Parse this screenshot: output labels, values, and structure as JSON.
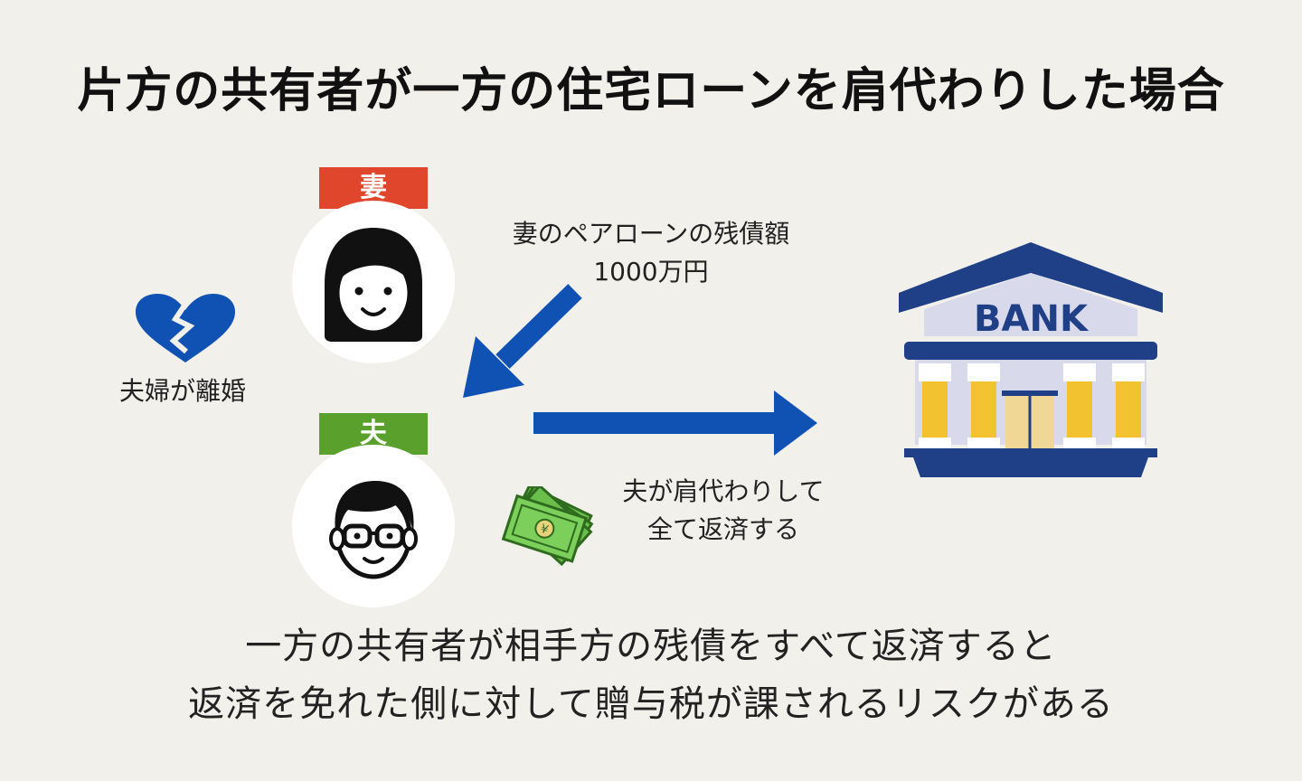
{
  "title": "片方の共有者が一方の住宅ローンを肩代わりした場合",
  "wife": {
    "tag": "妻",
    "tag_color": "#e0462b"
  },
  "husband": {
    "tag": "夫",
    "tag_color": "#5aa02c"
  },
  "loan": {
    "line1": "妻のペアローンの残債額",
    "line2": "1000万円"
  },
  "repay": {
    "line1": "夫が肩代わりして",
    "line2": "全て返済する"
  },
  "divorce": {
    "label": "夫婦が離婚"
  },
  "bank": {
    "label": "BANK",
    "color": "#1f3f87"
  },
  "arrow_color": "#1052b3",
  "conclusion": {
    "line1": "一方の共有者が相手方の残債をすべて返済すると",
    "line2": "返済を免れた側に対して贈与税が課されるリスクがある"
  }
}
